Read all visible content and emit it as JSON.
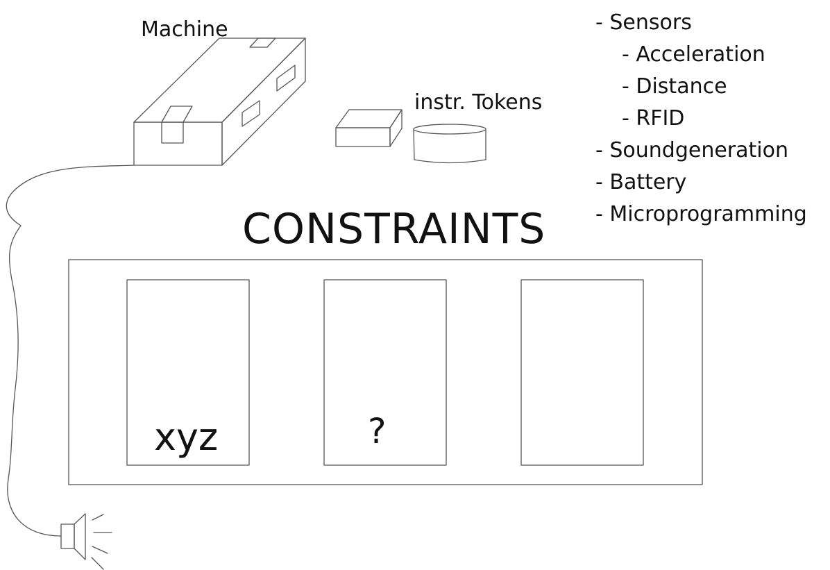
{
  "labels": {
    "machine": "Machine",
    "tokens": "instr. Tokens",
    "title": "CONSTRAINTS",
    "slot1": "xyz",
    "slot2": "?",
    "slot3": ""
  },
  "features": [
    {
      "text": "- Sensors",
      "level": 0
    },
    {
      "text": "- Acceleration",
      "level": 1
    },
    {
      "text": "- Distance",
      "level": 1
    },
    {
      "text": "- RFID",
      "level": 1
    },
    {
      "text": "- Soundgeneration",
      "level": 0
    },
    {
      "text": "- Battery",
      "level": 0
    },
    {
      "text": "- Microprogramming",
      "level": 0
    }
  ],
  "style": {
    "stroke": "#555555",
    "background": "#ffffff",
    "text": "#111111"
  }
}
